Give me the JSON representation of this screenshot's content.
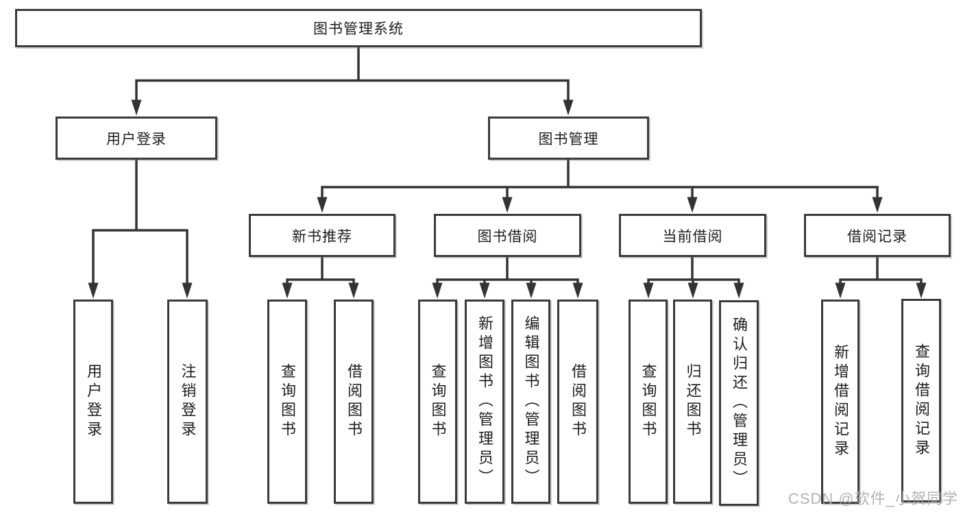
{
  "tree": {
    "root": {
      "label": "图书管理系统",
      "children": [
        {
          "label": "用户登录",
          "children": [
            {
              "label": "用户登录"
            },
            {
              "label": "注销登录"
            }
          ]
        },
        {
          "label": "图书管理",
          "children": [
            {
              "label": "新书推荐",
              "children": [
                {
                  "label": "查询图书"
                },
                {
                  "label": "借阅图书"
                }
              ]
            },
            {
              "label": "图书借阅",
              "children": [
                {
                  "label": "查询图书"
                },
                {
                  "label": "新增图书（管理员）"
                },
                {
                  "label": "编辑图书（管理员）"
                },
                {
                  "label": "借阅图书"
                }
              ]
            },
            {
              "label": "当前借阅",
              "children": [
                {
                  "label": "查询图书"
                },
                {
                  "label": "归还图书"
                },
                {
                  "label": "确认归还（管理员）"
                }
              ]
            },
            {
              "label": "借阅记录",
              "children": [
                {
                  "label": "新增借阅记录"
                },
                {
                  "label": "查询借阅记录"
                }
              ]
            }
          ]
        }
      ]
    }
  },
  "watermark": "CSDN @软件_小贺同学",
  "colors": {
    "box_border": "#3a3a3a",
    "connector": "#333333",
    "text": "#1d1d1d",
    "watermark": "#a4a4a4"
  }
}
